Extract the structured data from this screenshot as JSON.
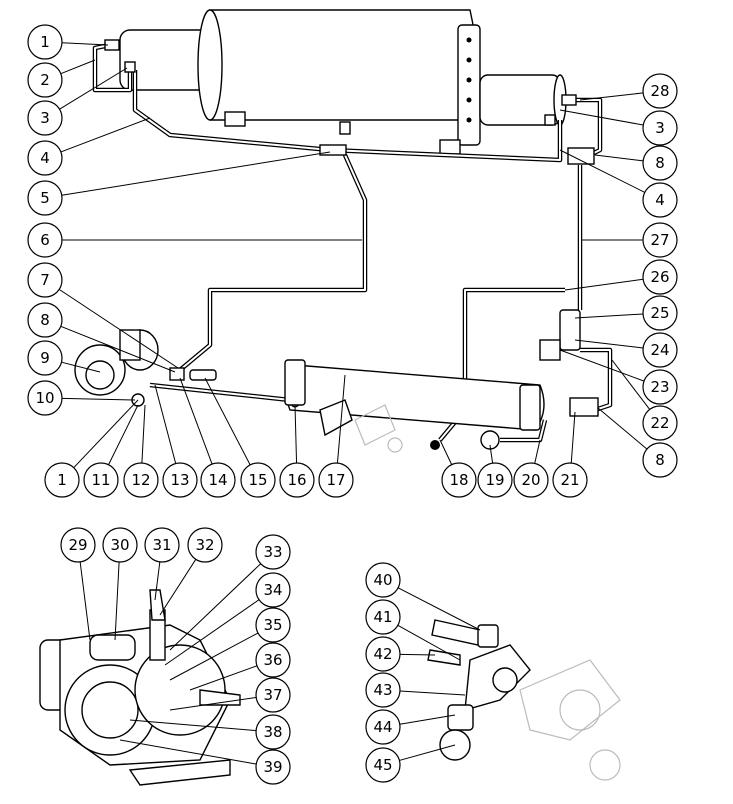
{
  "diagram": {
    "type": "exploded parts assembly drawing",
    "callouts_main": [
      "1",
      "2",
      "3",
      "4",
      "5",
      "6",
      "7",
      "8",
      "9",
      "10",
      "1",
      "11",
      "12",
      "13",
      "14",
      "15",
      "16",
      "17",
      "18",
      "19",
      "20",
      "21",
      "28",
      "3",
      "8",
      "4",
      "27",
      "26",
      "25",
      "24",
      "23",
      "22",
      "8"
    ],
    "callouts_detail_pump": [
      "29",
      "30",
      "31",
      "32",
      "33",
      "34",
      "35",
      "36",
      "37",
      "38",
      "39"
    ],
    "callouts_detail_valve": [
      "40",
      "41",
      "42",
      "43",
      "44",
      "45"
    ]
  }
}
